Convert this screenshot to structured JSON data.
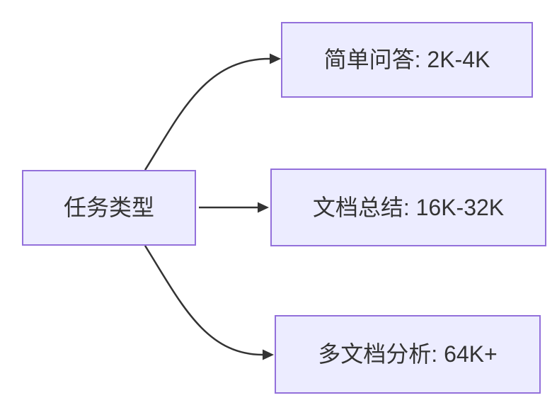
{
  "diagram": {
    "type": "flowchart-left-to-right",
    "colors": {
      "background": "#ffffff",
      "node_fill": "#ECECFF",
      "node_border": "#9370DB",
      "edge_color": "#333333",
      "text_color": "#333333"
    },
    "root": {
      "label": "任务类型"
    },
    "children": [
      {
        "label": "简单问答: 2K-4K"
      },
      {
        "label": "文档总结: 16K-32K"
      },
      {
        "label": "多文档分析: 64K+"
      }
    ],
    "edges": [
      {
        "from": "任务类型",
        "to": "简单问答: 2K-4K"
      },
      {
        "from": "任务类型",
        "to": "文档总结: 16K-32K"
      },
      {
        "from": "任务类型",
        "to": "多文档分析: 64K+"
      }
    ]
  }
}
